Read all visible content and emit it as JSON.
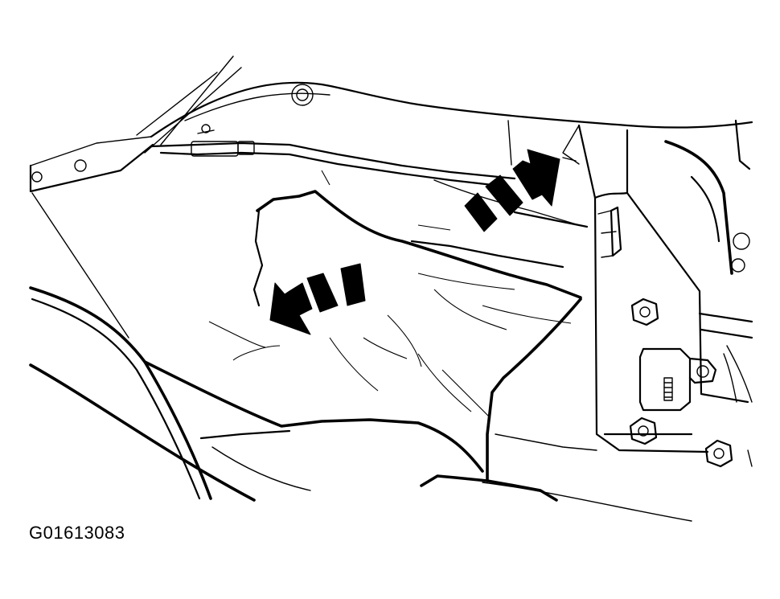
{
  "figure": {
    "code": "G01613083"
  },
  "icons": {
    "arrow_left": "arrow-pointing-down-left",
    "arrow_right": "arrow-pointing-up-right"
  },
  "colors": {
    "ink": "#000000",
    "paper": "#ffffff"
  }
}
